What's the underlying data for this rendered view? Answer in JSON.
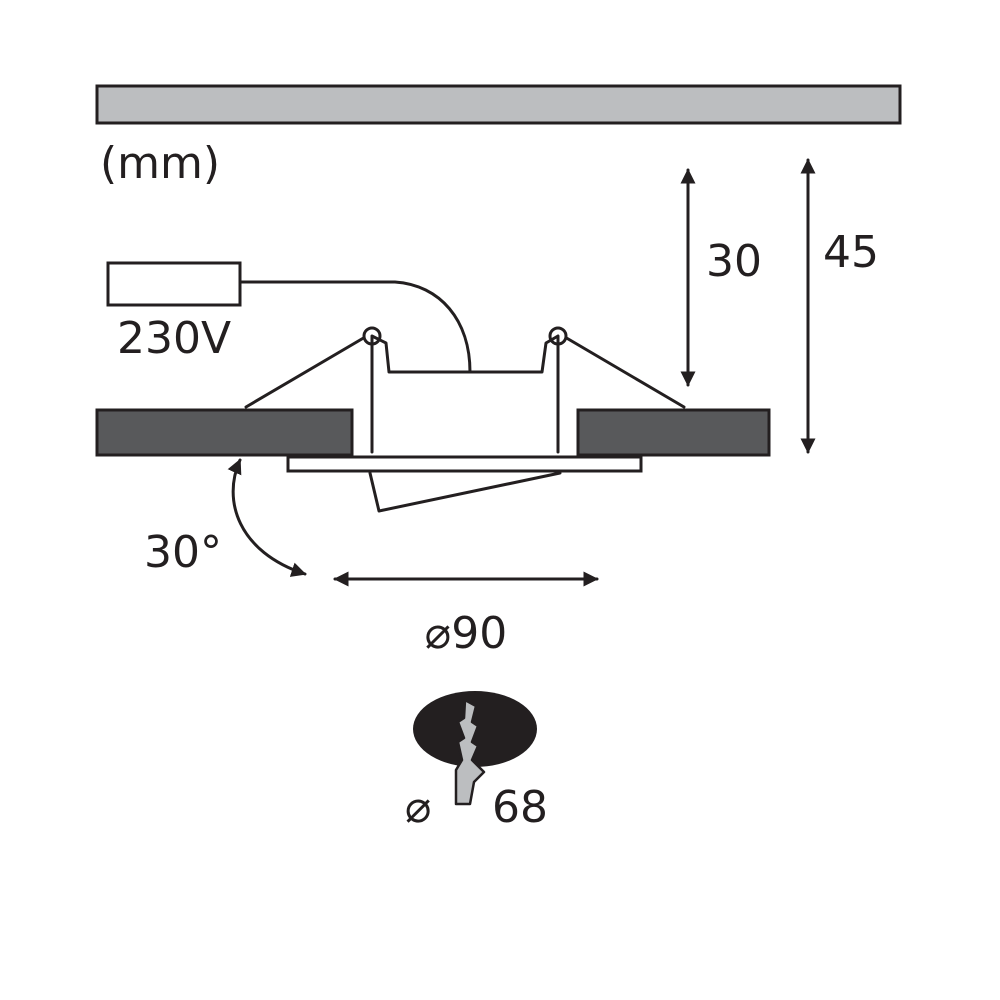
{
  "units_label": "(mm)",
  "voltage_label": "230V",
  "depth_inner_label": "30",
  "depth_total_label": "45",
  "tilt_label": "30°",
  "diameter_outer_label": "⌀90",
  "cutout": {
    "symbol": "⌀",
    "value": "68"
  },
  "colors": {
    "ceiling_fill": "#bcbec0",
    "panel_fill": "#58595b",
    "line": "#231f20",
    "background": "#ffffff"
  }
}
